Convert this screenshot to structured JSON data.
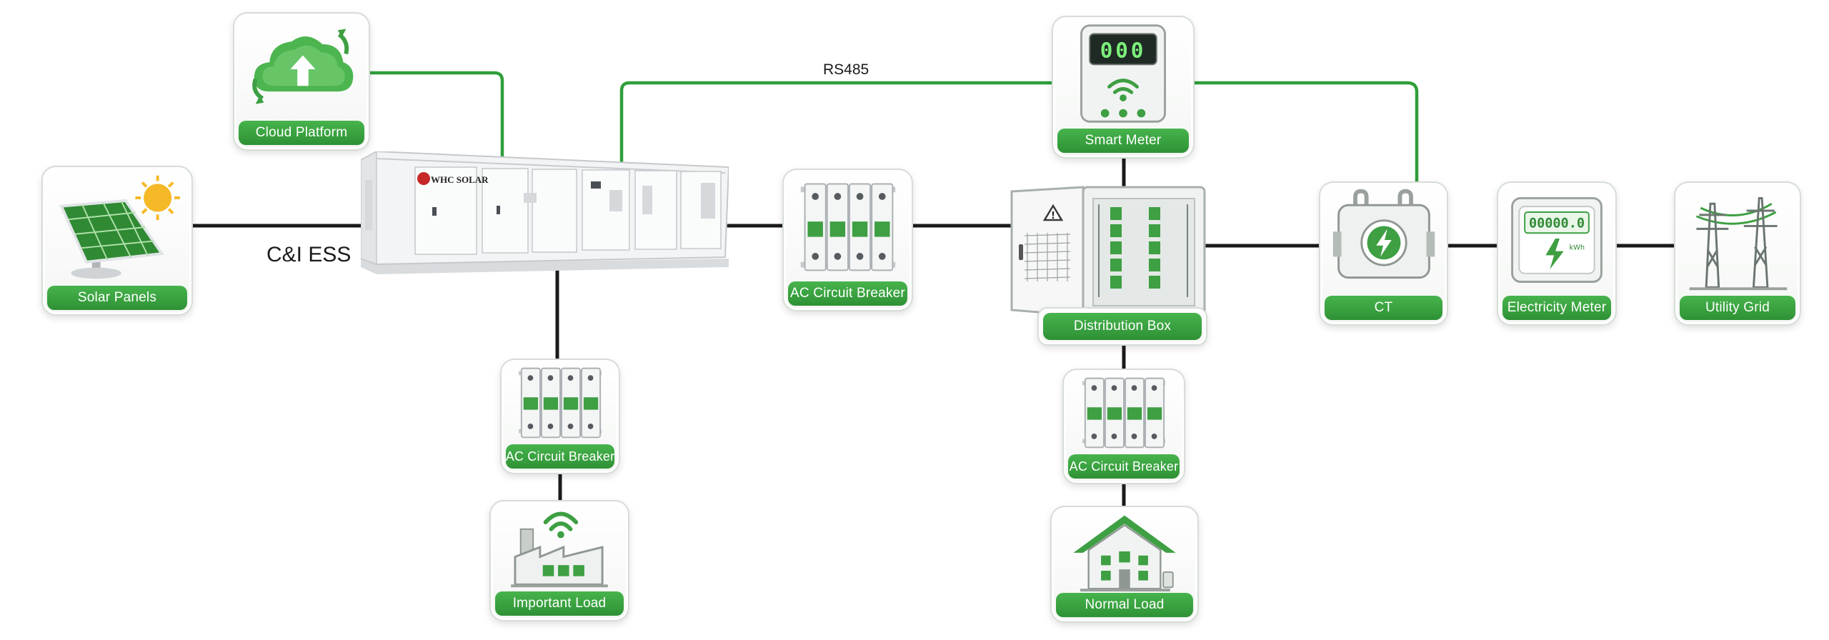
{
  "system_label": "C&I ESS",
  "rs485_label": "RS485",
  "ess_brand": "WHC SOLAR",
  "colors": {
    "green": "#2f9e3a",
    "label_green": "#3fa845",
    "wire_black": "#1b1b1b"
  },
  "nodes": {
    "cloud_platform": {
      "label": "Cloud Platform",
      "icon": "cloud-sync-icon"
    },
    "solar_panels": {
      "label": "Solar Panels",
      "icon": "solar-panel-icon"
    },
    "smart_meter": {
      "label": "Smart Meter",
      "icon": "smart-meter-icon",
      "display": "000"
    },
    "ac_breaker_main": {
      "label": "AC Circuit Breaker",
      "icon": "circuit-breaker-icon"
    },
    "distribution_box": {
      "label": "Distribution Box",
      "icon": "distribution-box-icon"
    },
    "ct": {
      "label": "CT",
      "icon": "current-transformer-icon"
    },
    "electricity_meter": {
      "label": "Electricity Meter",
      "icon": "electricity-meter-icon",
      "display": "00000.0",
      "unit": "kWh"
    },
    "utility_grid": {
      "label": "Utility Grid",
      "icon": "transmission-tower-icon"
    },
    "ac_breaker_important": {
      "label": "AC Circuit Breaker",
      "icon": "circuit-breaker-icon"
    },
    "important_load": {
      "label": "Important Load",
      "icon": "factory-icon"
    },
    "ac_breaker_normal": {
      "label": "AC Circuit Breaker",
      "icon": "circuit-breaker-icon"
    },
    "normal_load": {
      "label": "Normal Load",
      "icon": "house-icon"
    }
  }
}
